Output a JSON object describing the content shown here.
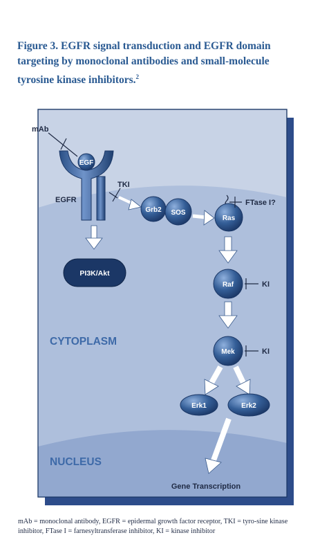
{
  "figure": {
    "title": "Figure 3. EGFR signal transduction and EGFR domain targeting by monoclonal antibodies and small-molecule tyrosine kinase inhibitors.",
    "title_ref": "2",
    "footnote": "mAb = monoclonal antibody, EGFR = epidermal growth factor receptor, TKI = tyro-sine kinase inhibitor, FTase I = farnesyltransferase inhibitor, KI = kinase inhibitor"
  },
  "diagram": {
    "labels": {
      "mab": "mAb",
      "egf": "EGF",
      "egfr": "EGFR",
      "tki": "TKI",
      "grb2": "Grb2",
      "sos": "SOS",
      "ftase": "FTase I?",
      "ras": "Ras",
      "pi3k": "PI3K/Akt",
      "raf": "Raf",
      "ki_raf": "KI",
      "mek": "Mek",
      "ki_mek": "KI",
      "erk1": "Erk1",
      "erk2": "Erk2",
      "cytoplasm": "CYTOPLASM",
      "nucleus": "NUCLEUS",
      "gene": "Gene Transcription"
    },
    "colors": {
      "title": "#2a5a92",
      "panel": "#c8d3e6",
      "shadow": "#2d4c8a",
      "cytoplasm": "#aebfdc",
      "nucleus": "#92a8cf",
      "node": "#345e97",
      "node_dark": "#1b3766",
      "region_text": "#3e6aa8"
    }
  }
}
